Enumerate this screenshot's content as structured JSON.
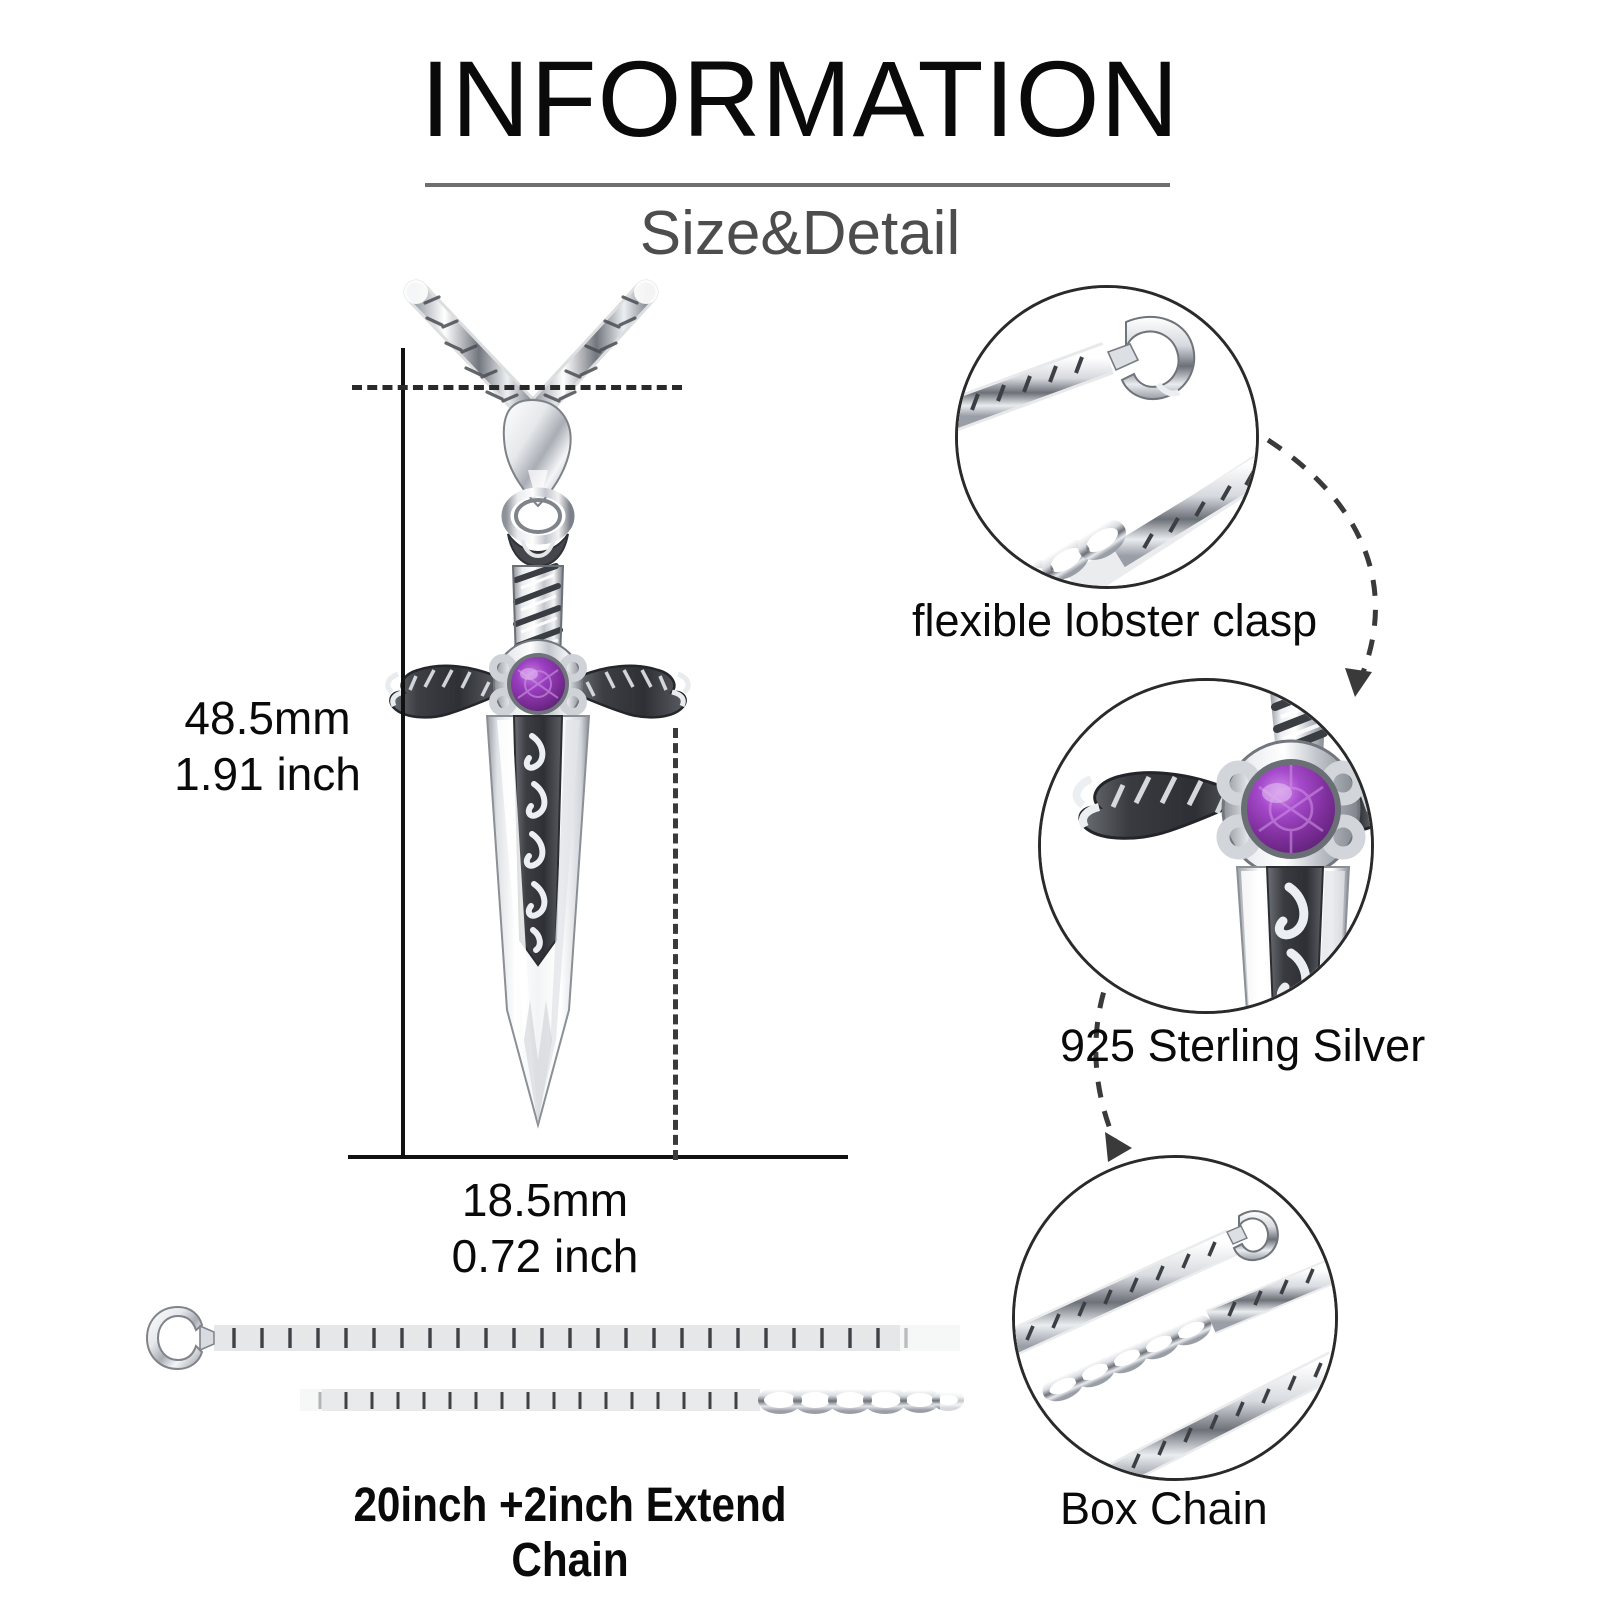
{
  "header": {
    "title": "INFORMATION",
    "subtitle": "Size&Detail"
  },
  "dimensions": {
    "height_mm": "48.5mm",
    "height_inch": "1.91 inch",
    "width_mm": "18.5mm",
    "width_inch": "0.72 inch"
  },
  "callouts": [
    {
      "id": "clasp",
      "label": "flexible lobster clasp"
    },
    {
      "id": "silver",
      "label": "925 Sterling Silver"
    },
    {
      "id": "box",
      "label": "Box Chain"
    }
  ],
  "chain": {
    "caption": "20inch +2inch Extend Chain"
  },
  "colors": {
    "gem": "#7b2d96",
    "gem_light": "#b463d6",
    "silver_light": "#f2f3f5",
    "silver_mid": "#b9bcc2",
    "silver_dark": "#5a5e66",
    "oxidized": "#3b3d42",
    "rule": "#6e6e6e",
    "text": "#0a0a0a",
    "subtext": "#4d4d4d"
  },
  "icons": {
    "dashed_arrow_1": "curved-dashed-arrow-icon",
    "dashed_arrow_2": "curved-dashed-arrow-icon"
  }
}
